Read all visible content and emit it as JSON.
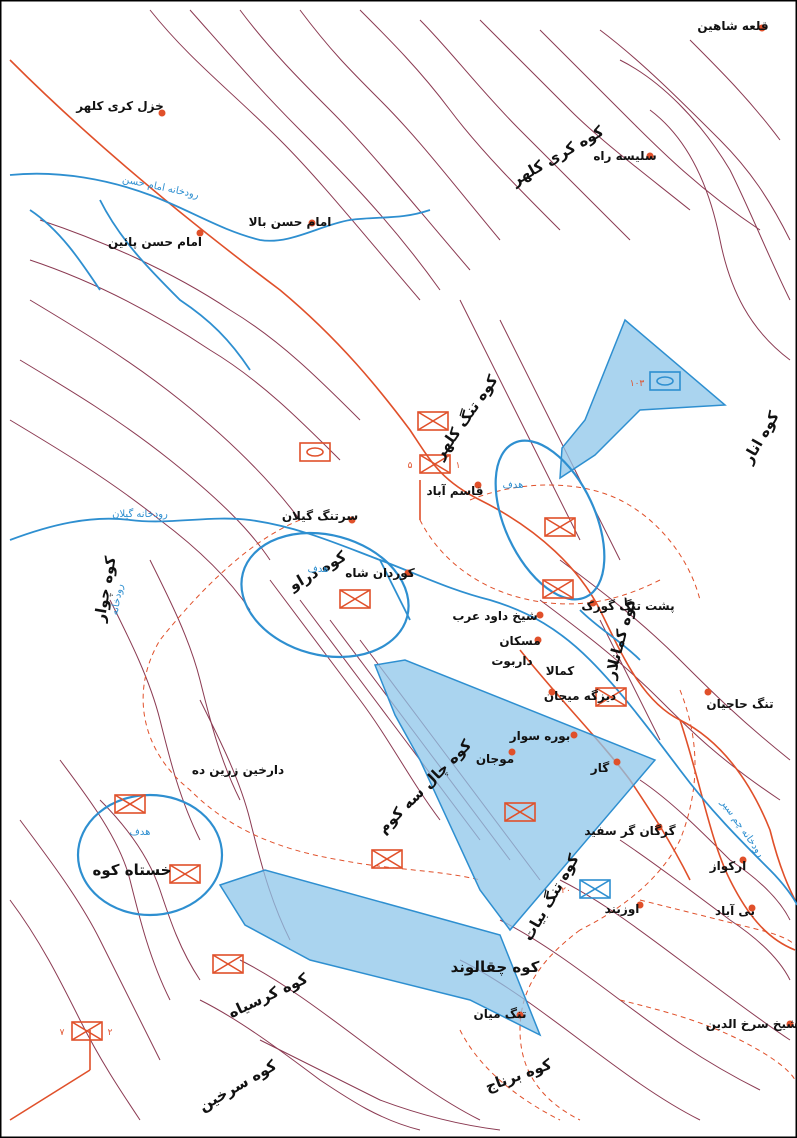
{
  "colors": {
    "contour": "#8b3a52",
    "river": "#2e8fd0",
    "road": "#e0502a",
    "attack_fill": "#8ec5ea",
    "objective_ring": "#2e8fd0",
    "village": "#e0502a"
  },
  "icons": [
    "village-dot-icon",
    "unit-box-icon",
    "attack-arrow-icon",
    "objective-ellipse-icon"
  ],
  "places": [
    {
      "id": "qalah-shahin",
      "label": "قلعه شاهین"
    },
    {
      "id": "khazal-kari-kalhor",
      "label": "خزل کری کلهر"
    },
    {
      "id": "sarnesh-rah",
      "label": "سلیسه راه"
    },
    {
      "id": "imam-hasan-bala",
      "label": "امام حسن بالا"
    },
    {
      "id": "imam-hasan-paein",
      "label": "امام حسن پائین"
    },
    {
      "id": "qasemabad",
      "label": "قاسم آباد"
    },
    {
      "id": "sartang-gilan",
      "label": "سرتنگ گیلان"
    },
    {
      "id": "kordan-shah",
      "label": "کوردان شاه"
    },
    {
      "id": "posht-tang-gurk",
      "label": "پشت تنگ گورک"
    },
    {
      "id": "sheikh-davud-arab",
      "label": "شیخ داود عرب"
    },
    {
      "id": "maskan",
      "label": "مسکان"
    },
    {
      "id": "daratut",
      "label": "داربوت"
    },
    {
      "id": "kamala",
      "label": "کمالا"
    },
    {
      "id": "dizgeh-mihan",
      "label": "دیزگه میجان"
    },
    {
      "id": "tang-hajian",
      "label": "تنگ حاجیان"
    },
    {
      "id": "bureh-suar",
      "label": "بوره سوار"
    },
    {
      "id": "mojian",
      "label": "موجان"
    },
    {
      "id": "gar",
      "label": "گار"
    },
    {
      "id": "darkhin-zarin-deh",
      "label": "دارخین زرین ده"
    },
    {
      "id": "gorgan-gor-sefid",
      "label": "گرگان گر سفید"
    },
    {
      "id": "arkavaz",
      "label": "ارکواز"
    },
    {
      "id": "ozbar",
      "label": "اوزبند"
    },
    {
      "id": "bi-abad",
      "label": "بی آباد"
    },
    {
      "id": "tang-mian",
      "label": "تنگ میان"
    },
    {
      "id": "sheikh-sorkh-aldin",
      "label": "شیخ سرخ الدین"
    }
  ],
  "mountains": [
    {
      "id": "kuh-kalhor",
      "label": "کوه کری کلهر"
    },
    {
      "id": "kuh-anar",
      "label": "کوه انار"
    },
    {
      "id": "kuh-tang-kalhor",
      "label": "کوه تنگ کلهر"
    },
    {
      "id": "kuh-darav",
      "label": "کوه دراو"
    },
    {
      "id": "kuh-chavar",
      "label": "کوه چوار"
    },
    {
      "id": "kuh-kamanlar",
      "label": "کوه کمانلار"
    },
    {
      "id": "kuh-chal-sehkom",
      "label": "کوه چال سه کوم"
    },
    {
      "id": "kuh-khoseh-kuh",
      "label": "خستاه کوه"
    },
    {
      "id": "kuh-tang-biat",
      "label": "کوه تنگ بیات"
    },
    {
      "id": "kuh-chaqaluvand",
      "label": "کوه چقالوند"
    },
    {
      "id": "kuh-karsiah",
      "label": "کوه کرسیاه"
    },
    {
      "id": "kuh-sarkhin",
      "label": "کوه سرخین"
    },
    {
      "id": "kuh-barnaj",
      "label": "کوه برناج"
    }
  ],
  "rivers": [
    {
      "id": "imam-hasan-river",
      "label": "رودخانه امام حسن"
    },
    {
      "id": "gilan-river",
      "label": "رودخانه گیلان"
    },
    {
      "id": "gonbad-river",
      "label": "رودخانه"
    },
    {
      "id": "chamsir-river",
      "label": "رودخانه چم سیر"
    }
  ],
  "objective_labels": [
    {
      "id": "obj-north",
      "label": "هدف"
    },
    {
      "id": "obj-center",
      "label": "هدف"
    },
    {
      "id": "obj-west",
      "label": "هدف"
    }
  ],
  "unit_labels": [
    {
      "id": "unit-ne",
      "label": "۱۰۳"
    },
    {
      "id": "unit-mid-5",
      "label": "۵"
    },
    {
      "id": "unit-mid-1",
      "label": "۱"
    },
    {
      "id": "unit-south-20",
      "label": "۲۰"
    },
    {
      "id": "unit-sw-7",
      "label": "۷"
    },
    {
      "id": "unit-sw-2",
      "label": "۲"
    }
  ]
}
